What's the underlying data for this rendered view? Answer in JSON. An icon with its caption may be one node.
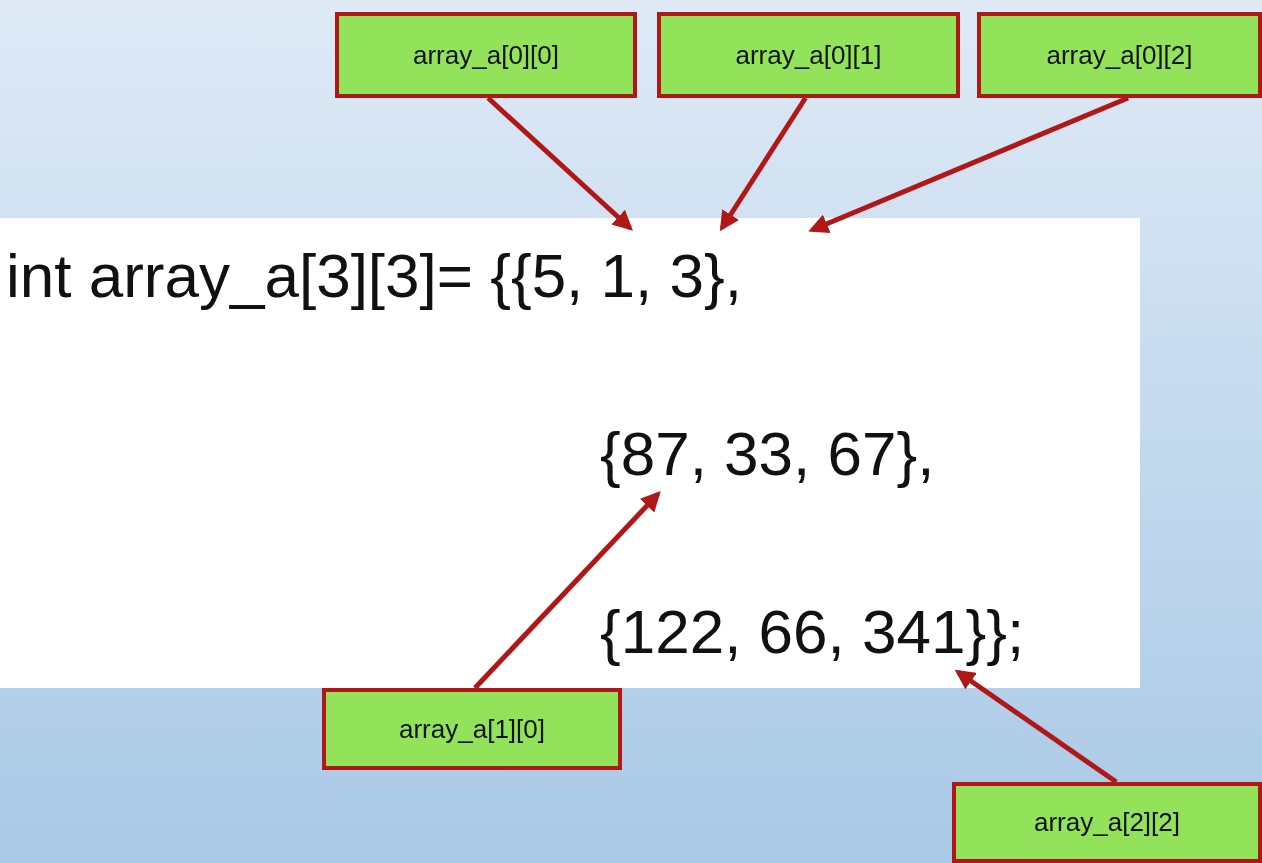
{
  "diagram": {
    "nodes": [
      {
        "text": [
          "int array_a[3][3]= {{5, 1, 3},",
          "{87, 33, 67},",
          "{122, 66, 341}};"
        ]
      },
      {
        "text": [
          "array_a[0][0]"
        ]
      },
      {
        "text": [
          "array_a[0][1]"
        ]
      },
      {
        "text": [
          "array_a[0][2]"
        ]
      },
      {
        "text": [
          "array_a[1][0]"
        ]
      },
      {
        "text": [
          "array_a[2][2]"
        ]
      }
    ],
    "edges": [
      {
        "from": 1,
        "to": 0,
        "arrow": "to"
      },
      {
        "from": 2,
        "to": 0,
        "arrow": "to"
      },
      {
        "from": 3,
        "to": 0,
        "arrow": "to"
      },
      {
        "from": 4,
        "to": 0,
        "arrow": "to"
      },
      {
        "from": 5,
        "to": 0,
        "arrow": "to"
      }
    ]
  }
}
